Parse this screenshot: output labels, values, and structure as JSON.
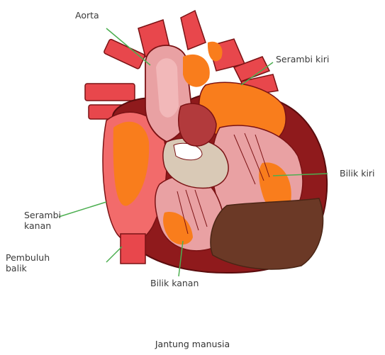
{
  "labels": {
    "aorta": "Aorta",
    "serambi_kiri": "Serambi kiri",
    "bilik_kiri": "Bilik kiri",
    "serambi_kanan": "Serambi kanan",
    "pembuluh_balik": "Pembuluh balik",
    "bilik_kanan": "Bilik kanan"
  },
  "caption": "Jantung manusia",
  "colors": {
    "vessel_red": "#e8474c",
    "light_red": "#f26b6b",
    "dark_red": "#8f1a1c",
    "orange": "#f97d1c",
    "pink": "#e9a1a3",
    "muscle_brown": "#6b3926",
    "leader_green": "#4caf50"
  }
}
